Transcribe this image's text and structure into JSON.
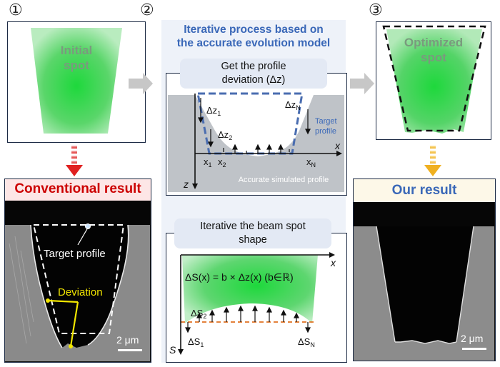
{
  "steps": {
    "one": "①",
    "two": "②",
    "three": "③"
  },
  "initial": {
    "label_line1": "Initial",
    "label_line2": "spot"
  },
  "optimized": {
    "label_line1": "Optimized",
    "label_line2": "spot"
  },
  "process": {
    "title_line1": "Iterative process based on",
    "title_line2": "the accurate evolution model"
  },
  "deviation_box": {
    "title_line1": "Get the profile",
    "title_line2": "deviation (Δz)"
  },
  "deviation_diagram": {
    "dz1": "Δz",
    "dz1_sub": "1",
    "dz2": "Δz",
    "dz2_sub": "2",
    "dzN": "Δz",
    "dzN_sub": "N",
    "target_line1": "Target",
    "target_line2": "profile",
    "x1": "x",
    "x1_sub": "1",
    "x2": "x",
    "x2_sub": "2",
    "xN": "x",
    "xN_sub": "N",
    "x_axis": "x",
    "z_axis": "z",
    "simulated": "Accurate simulated profile"
  },
  "shape_box": {
    "title_line1": "Iterative the beam spot",
    "title_line2": "shape"
  },
  "shape_diagram": {
    "formula": "ΔS(x) = b × Δz(x) (b∈ℝ)",
    "dS2": "ΔS",
    "dS2_sub": "2",
    "dS1": "ΔS",
    "dS1_sub": "1",
    "dSN": "ΔS",
    "dSN_sub": "N",
    "x_axis": "x",
    "s_axis": "S"
  },
  "conventional": {
    "title": "Conventional result",
    "target_profile": "Target profile",
    "deviation": "Deviation",
    "scale": "2 μm"
  },
  "ours": {
    "title": "Our result",
    "scale": "2 μm"
  },
  "colors": {
    "green": "#22c840",
    "navy": "#1c2a44",
    "blue_text": "#3a68b8",
    "red_title": "#cc0000",
    "yellow": "#f2e600",
    "orange_dash": "#e07020"
  }
}
